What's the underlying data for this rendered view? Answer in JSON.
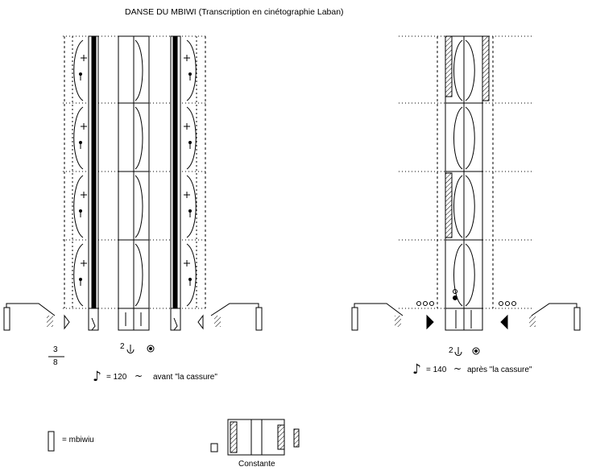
{
  "title": "DANSE DU MBIWI (Transcription en cinétographie Laban)",
  "left_score": {
    "meter_numerator": "3",
    "meter_denominator": "8",
    "repeat_count": "2",
    "tempo_value": "= 120",
    "tempo_note": "avant \"la cassure\""
  },
  "right_score": {
    "repeat_count": "2",
    "tempo_value": "= 140",
    "tempo_note": "après \"la cassure\""
  },
  "legend": {
    "symbol_meaning": "= mbiwiu",
    "constant_label": "Constante"
  },
  "icons": {
    "note": "eighth-note-icon",
    "tilde": "approximately-icon",
    "repeat": "repeat-sign-icon"
  }
}
